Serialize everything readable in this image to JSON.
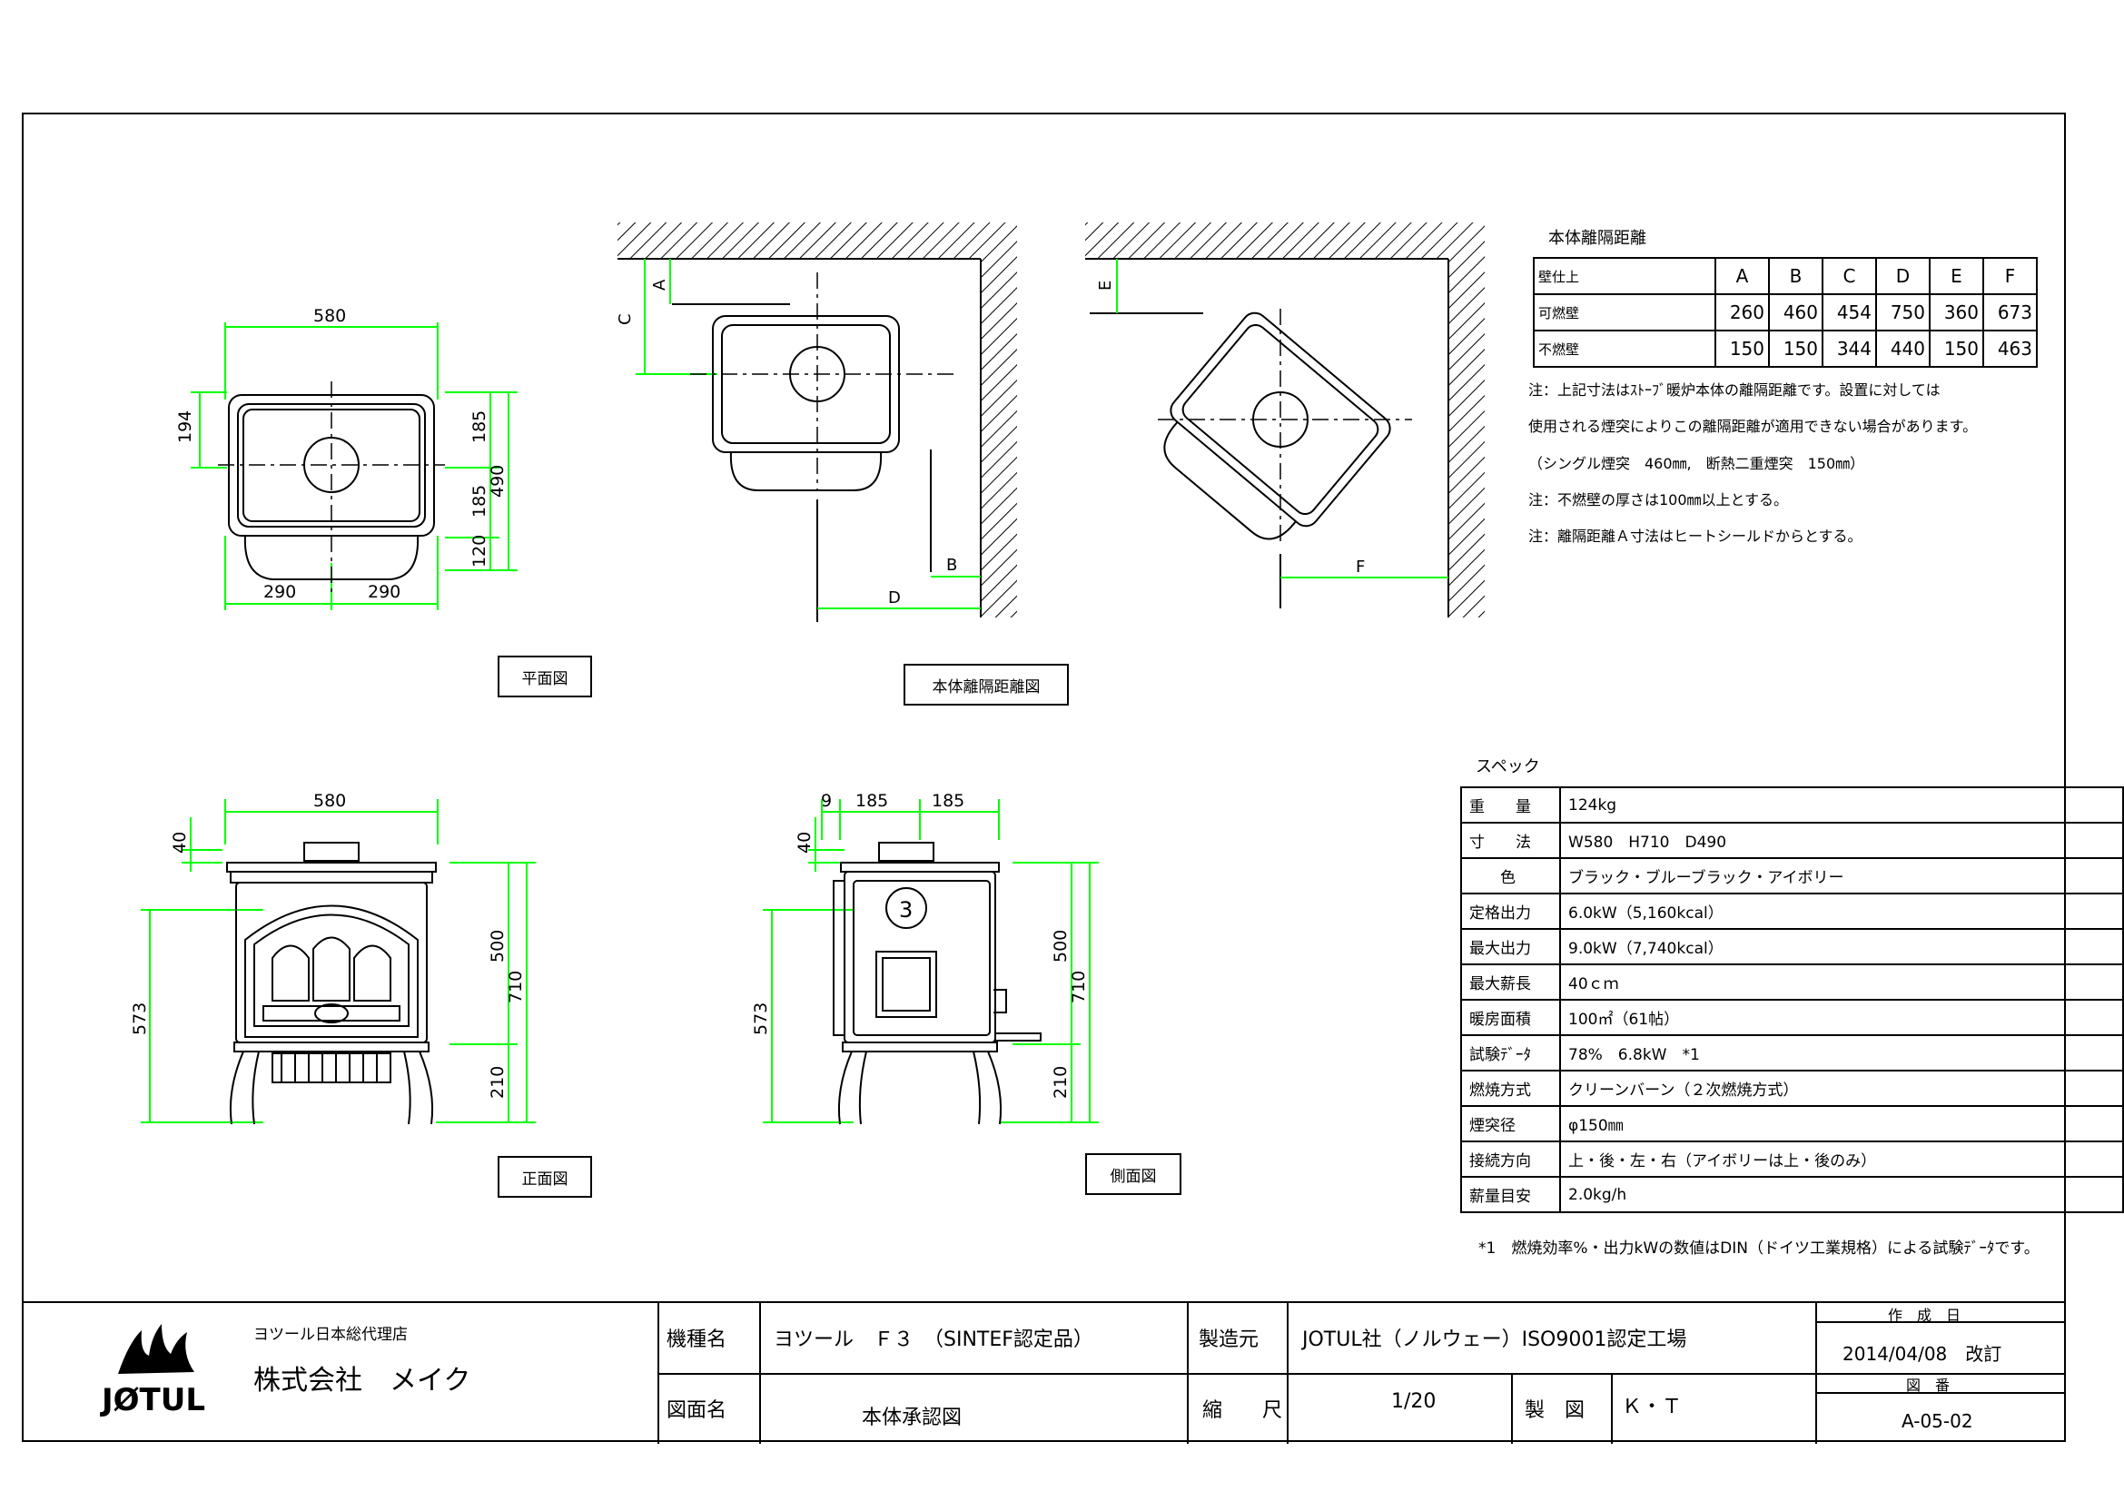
{
  "labels": {
    "plan_view": "平面図",
    "clearance_view": "本体離隔距離図",
    "front_view": "正面図",
    "side_view": "側面図"
  },
  "plan_dims": {
    "width_top": "580",
    "left_half": "290",
    "right_half": "290",
    "depth_194": "194",
    "upper_185": "185",
    "lower_185": "185",
    "depth_120": "120",
    "total_490": "490"
  },
  "clearance_dims": {
    "a": "A",
    "b": "B",
    "c": "C",
    "d": "D",
    "e": "E",
    "f": "F"
  },
  "front_dims": {
    "width": "580",
    "top_40": "40",
    "height_573": "573",
    "h500": "500",
    "h710": "710",
    "h210": "210"
  },
  "side_dims": {
    "d9": "9",
    "d185a": "185",
    "d185b": "185",
    "top_40": "40",
    "height_573": "573",
    "h500": "500",
    "h710": "710",
    "h210": "210"
  },
  "clearance_table": {
    "title": "本体離隔距離",
    "header": {
      "label": "壁仕上",
      "cols": [
        "A",
        "B",
        "C",
        "D",
        "E",
        "F"
      ]
    },
    "rows": [
      {
        "label": "可燃壁",
        "values": [
          "260",
          "460",
          "454",
          "750",
          "360",
          "673"
        ]
      },
      {
        "label": "不燃壁",
        "values": [
          "150",
          "150",
          "344",
          "440",
          "150",
          "463"
        ]
      }
    ]
  },
  "notes": [
    "注：上記寸法はｽﾄｰﾌﾞ暖炉本体の離隔距離です。設置に対しては",
    "使用される煙突によりこの離隔距離が適用できない場合があります。",
    "（シングル煙突　460㎜,　断熱二重煙突　150㎜）",
    "注：不燃壁の厚さは100㎜以上とする。",
    "注：離隔距離Ａ寸法はヒートシールドからとする。"
  ],
  "spec": {
    "title": "スペック",
    "rows": [
      {
        "key": "重　　量",
        "value": "124kg"
      },
      {
        "key": "寸　　法",
        "value": "W580　H710　D490"
      },
      {
        "key": "　　色",
        "value": "ブラック・ブルーブラック・アイボリー"
      },
      {
        "key": "定格出力",
        "value": "6.0kW（5,160kcal）"
      },
      {
        "key": "最大出力",
        "value": "9.0kW（7,740kcal）"
      },
      {
        "key": "最大薪長",
        "value": "40ｃｍ"
      },
      {
        "key": "暖房面積",
        "value": "100㎡（61帖）"
      },
      {
        "key": "試験ﾃﾞｰﾀ",
        "value": "78%　6.8kW　*1"
      },
      {
        "key": "燃焼方式",
        "value": "クリーンバーン（２次燃焼方式）"
      },
      {
        "key": "煙突径",
        "value": "φ150㎜"
      },
      {
        "key": "接続方向",
        "value": "上・後・左・右（アイボリーは上・後のみ）"
      },
      {
        "key": "薪量目安",
        "value": "2.0kg/h"
      }
    ],
    "footnote": "*1　燃焼効率%・出力kWの数値はDIN（ドイツ工業規格）による試験ﾃﾞｰﾀです。"
  },
  "title_block": {
    "logo_text": "JØTUL",
    "agent_line": "ヨツール日本総代理店",
    "company": "株式会社　メイク",
    "model_label": "機種名",
    "model_value": "ヨツール　Ｆ３　（SINTEF認定品）",
    "maker_label": "製造元",
    "maker_value": "JOTUL社（ノルウェー）ISO9001認定工場",
    "created_label": "作　成　日",
    "created_value": "2014/04/08　改訂",
    "drawing_name_label": "図面名",
    "drawing_name_value": "本体承認図",
    "scale_label": "縮　　尺",
    "scale_value": "1/20",
    "drafter_label": "製　図",
    "drafter_value": "Ｋ・Ｔ",
    "drawing_no_label": "図　番",
    "drawing_no_value": "A-05-02"
  },
  "colors": {
    "dimension": "#00ff00",
    "line": "#000000"
  }
}
